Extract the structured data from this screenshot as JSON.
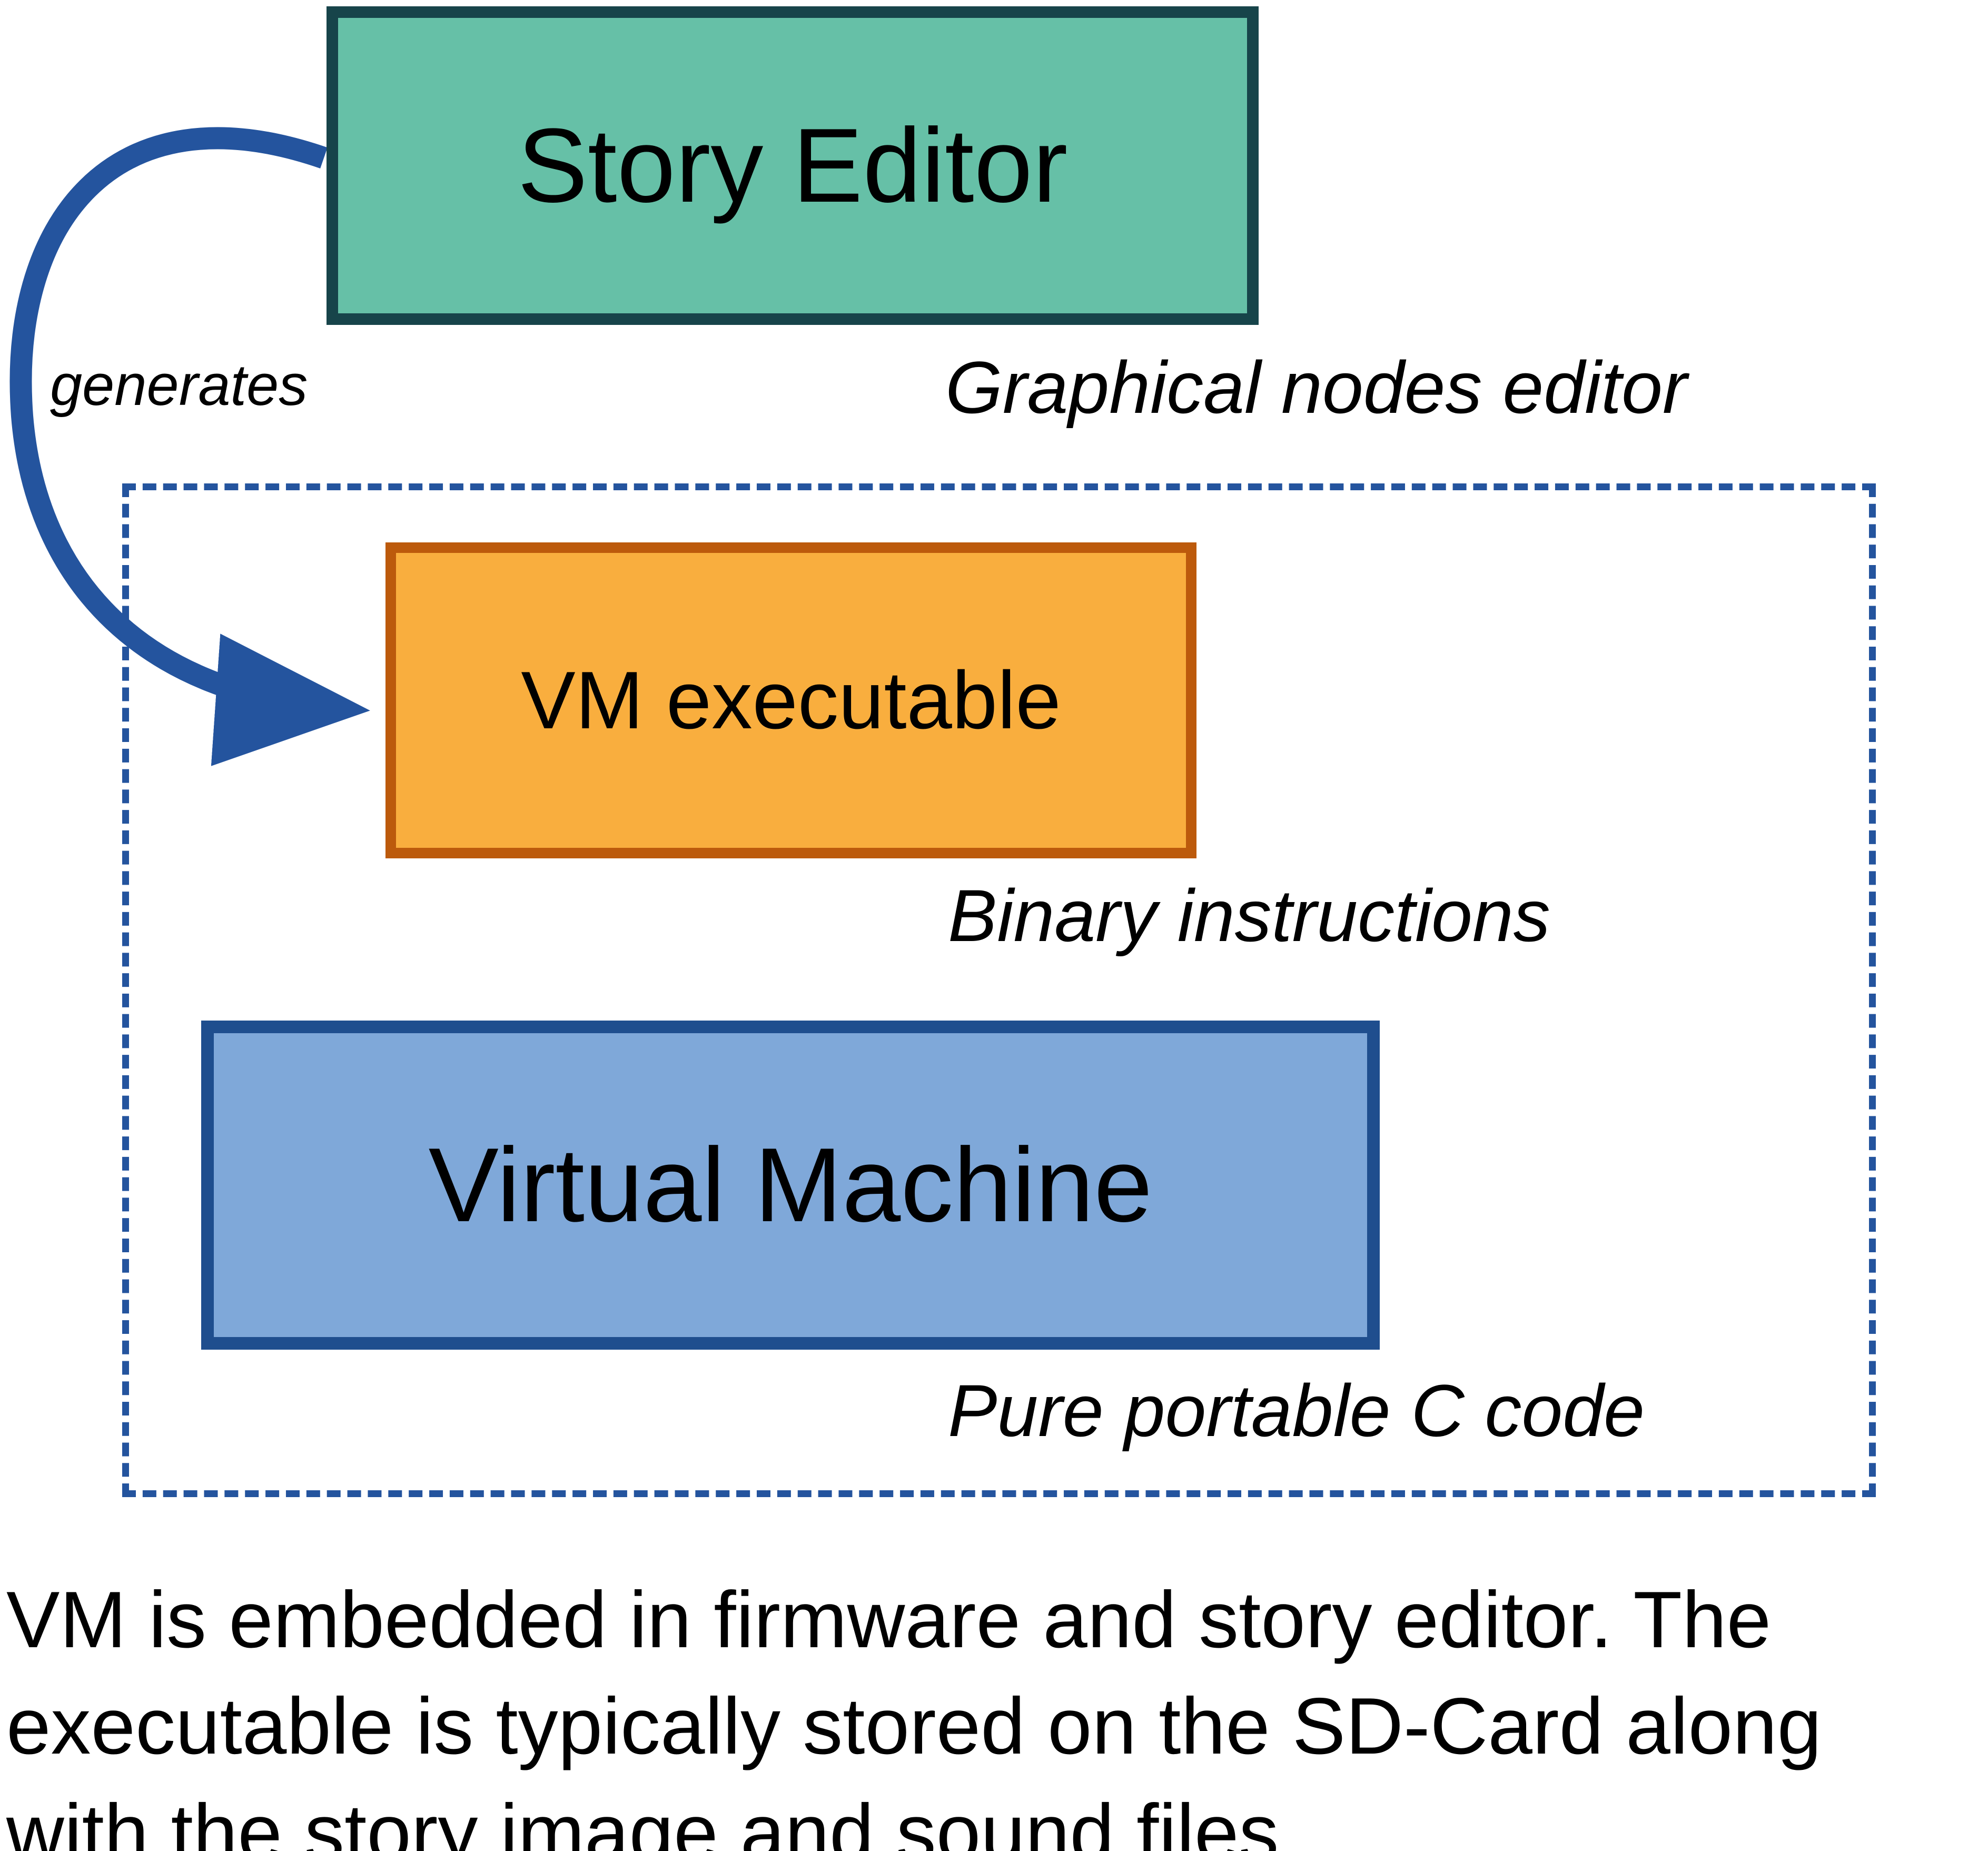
{
  "diagram": {
    "nodes": {
      "story_editor": {
        "label": "Story Editor",
        "fill": "#66c0a7",
        "border": "#17444a"
      },
      "vm_executable": {
        "label": "VM executable",
        "fill": "#f9ae3e",
        "border": "#bc5a0c"
      },
      "virtual_machine": {
        "label": "Virtual Machine",
        "fill": "#7fa8d9",
        "border": "#1f4e8e"
      }
    },
    "annotations": {
      "generates": "generates",
      "graphical_nodes_editor": "Graphical nodes editor",
      "binary_instructions": "Binary instructions",
      "pure_portable_c_code": "Pure portable C code"
    },
    "edges": [
      {
        "from": "story_editor",
        "to": "vm_executable",
        "label": "generates",
        "color": "#24549e",
        "style": "curved-arrow"
      }
    ],
    "container": {
      "style": "dashed",
      "color": "#24549e"
    },
    "caption": {
      "lines": {
        "0": "VM is embedded in firmware and story editor. The",
        "1": "executable is typically stored on the SD-Card along",
        "2": "with the story image and sound files."
      }
    }
  }
}
